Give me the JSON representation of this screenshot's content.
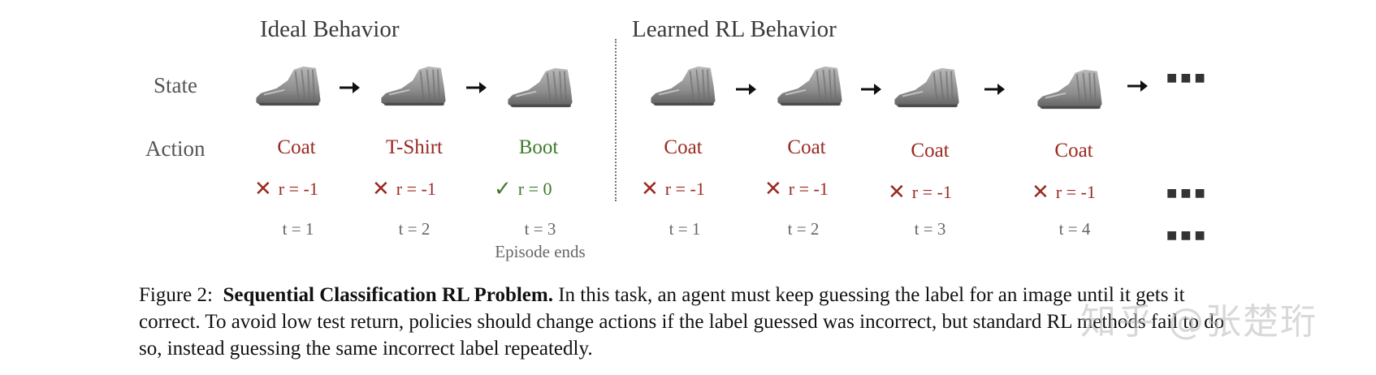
{
  "headings": {
    "ideal": "Ideal Behavior",
    "learned": "Learned RL Behavior"
  },
  "row_labels": {
    "state": "State",
    "action": "Action"
  },
  "ideal": {
    "actions": [
      "Coat",
      "T-Shirt",
      "Boot"
    ],
    "rewards": [
      "r = -1",
      "r = -1",
      "r = 0"
    ],
    "times": [
      "t = 1",
      "t = 2",
      "t = 3"
    ],
    "episode_end": "Episode ends"
  },
  "learned": {
    "actions": [
      "Coat",
      "Coat",
      "Coat",
      "Coat"
    ],
    "rewards": [
      "r = -1",
      "r = -1",
      "r = -1",
      "r = -1"
    ],
    "times": [
      "t = 1",
      "t = 2",
      "t = 3",
      "t = 4"
    ]
  },
  "marks": {
    "wrong": "✕",
    "right": "✓",
    "ellipsis": "■■■"
  },
  "colors": {
    "wrong": "#9a2a22",
    "right": "#3f7a2a"
  },
  "caption": {
    "figure_label": "Figure 2:",
    "title": "Sequential Classification RL Problem.",
    "body": "In this task, an agent must keep guessing the label for an image until it gets it correct. To avoid low test return, policies should change actions if the label guessed was incorrect, but standard RL methods fail to do so, instead guessing the same incorrect label repeatedly."
  },
  "watermark": "知乎 @张楚珩"
}
